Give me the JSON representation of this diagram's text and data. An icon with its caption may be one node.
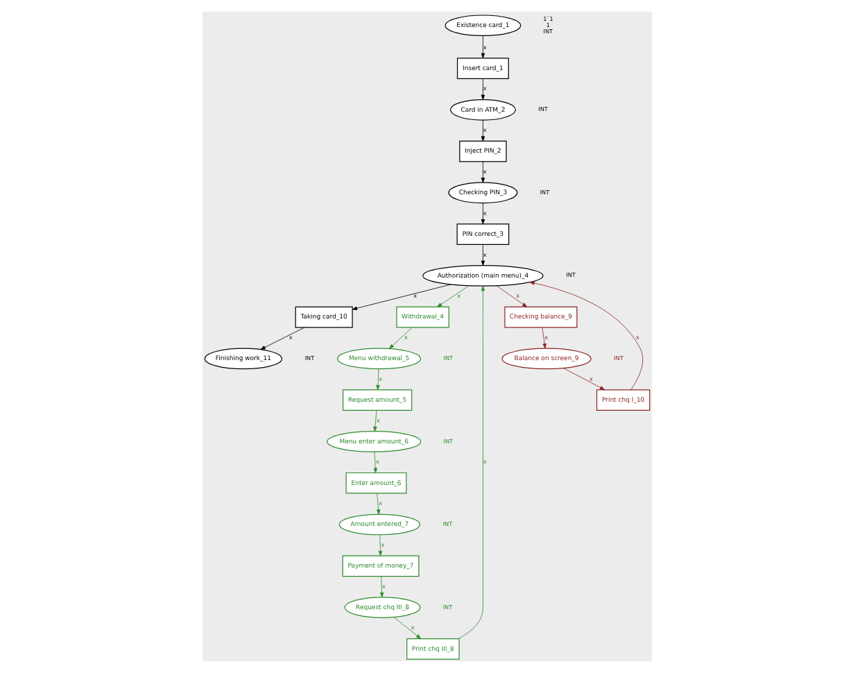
{
  "diagram": {
    "nodes": [
      {
        "text": [
          "Finishing work_11"
        ],
        "beside": [
          "INT"
        ]
      },
      {
        "text": [
          "Checking PIN_3"
        ],
        "beside": [
          "INT"
        ]
      },
      {
        "text": [
          "Inject PIN_2"
        ]
      },
      {
        "text": [
          "Card in ATM_2"
        ],
        "beside": [
          "INT"
        ]
      },
      {
        "text": [
          "Taking card_10"
        ]
      },
      {
        "text": [
          "PIN correct_3"
        ]
      },
      {
        "text": [
          "Existence card_1"
        ],
        "beside": [
          "1`1",
          "1",
          "INT"
        ]
      },
      {
        "text": [
          "Insert card_1"
        ]
      },
      {
        "text": [
          "Withdrawal_4"
        ]
      },
      {
        "text": [
          "Authorization (main menu)_4"
        ],
        "beside": [
          "INT"
        ]
      },
      {
        "text": [
          "Menu withdrawal_5"
        ],
        "beside": [
          "INT"
        ]
      },
      {
        "text": [
          "Request amount_5"
        ]
      },
      {
        "text": [
          "Checking balance_9"
        ]
      },
      {
        "text": [
          "Print chq III_8"
        ]
      },
      {
        "text": [
          "Menu enter amount_6"
        ],
        "beside": [
          "INT"
        ]
      },
      {
        "text": [
          "Balance on screen_9"
        ],
        "beside": [
          "INT"
        ]
      },
      {
        "text": [
          "Request chq III_8"
        ],
        "beside": [
          "INT"
        ]
      },
      {
        "text": [
          "Enter amount_6"
        ]
      },
      {
        "text": [
          "Print chq I_10"
        ]
      },
      {
        "text": [
          "Payment of money_7"
        ]
      },
      {
        "text": [
          "Amount entered_7"
        ],
        "beside": [
          "INT"
        ]
      }
    ],
    "edges": [
      {
        "from": 6,
        "to": 7,
        "arrow": "to",
        "label": "x",
        "color": "#000000"
      },
      {
        "from": 7,
        "to": 3,
        "arrow": "to",
        "label": "x",
        "color": "#000000"
      },
      {
        "from": 3,
        "to": 2,
        "arrow": "to",
        "label": "x",
        "color": "#000000"
      },
      {
        "from": 2,
        "to": 1,
        "arrow": "to",
        "label": "x",
        "color": "#000000"
      },
      {
        "from": 1,
        "to": 5,
        "arrow": "to",
        "label": "x",
        "color": "#000000"
      },
      {
        "from": 5,
        "to": 9,
        "arrow": "to",
        "label": "x",
        "color": "#000000"
      },
      {
        "from": 9,
        "to": 4,
        "arrow": "to",
        "label": "x",
        "color": "#000000"
      },
      {
        "from": 4,
        "to": 0,
        "arrow": "to",
        "label": "x",
        "color": "#000000"
      },
      {
        "from": 9,
        "to": 8,
        "arrow": "to",
        "label": "x",
        "color": "#2e8b2e"
      },
      {
        "from": 8,
        "to": 10,
        "arrow": "to",
        "label": "x",
        "color": "#2e8b2e"
      },
      {
        "from": 10,
        "to": 11,
        "arrow": "to",
        "label": "x",
        "color": "#2e8b2e"
      },
      {
        "from": 11,
        "to": 14,
        "arrow": "to",
        "label": "x",
        "color": "#2e8b2e"
      },
      {
        "from": 14,
        "to": 17,
        "arrow": "to",
        "label": "x",
        "color": "#2e8b2e"
      },
      {
        "from": 17,
        "to": 20,
        "arrow": "to",
        "label": "x",
        "color": "#2e8b2e"
      },
      {
        "from": 20,
        "to": 19,
        "arrow": "to",
        "label": "x",
        "color": "#2e8b2e"
      },
      {
        "from": 19,
        "to": 16,
        "arrow": "to",
        "label": "x",
        "color": "#2e8b2e"
      },
      {
        "from": 16,
        "to": 13,
        "arrow": "to",
        "label": "x",
        "color": "#2e8b2e"
      },
      {
        "from": 13,
        "to": 9,
        "arrow": "to",
        "label": "x",
        "color": "#2e8b2e"
      },
      {
        "from": 9,
        "to": 12,
        "arrow": "to",
        "label": "x",
        "color": "#8b2525"
      },
      {
        "from": 12,
        "to": 15,
        "arrow": "to",
        "label": "x",
        "color": "#8b2525"
      },
      {
        "from": 15,
        "to": 18,
        "arrow": "to",
        "label": "x",
        "color": "#8b2525"
      },
      {
        "from": 18,
        "to": 9,
        "arrow": "to",
        "label": "x",
        "color": "#8b2525"
      }
    ]
  }
}
